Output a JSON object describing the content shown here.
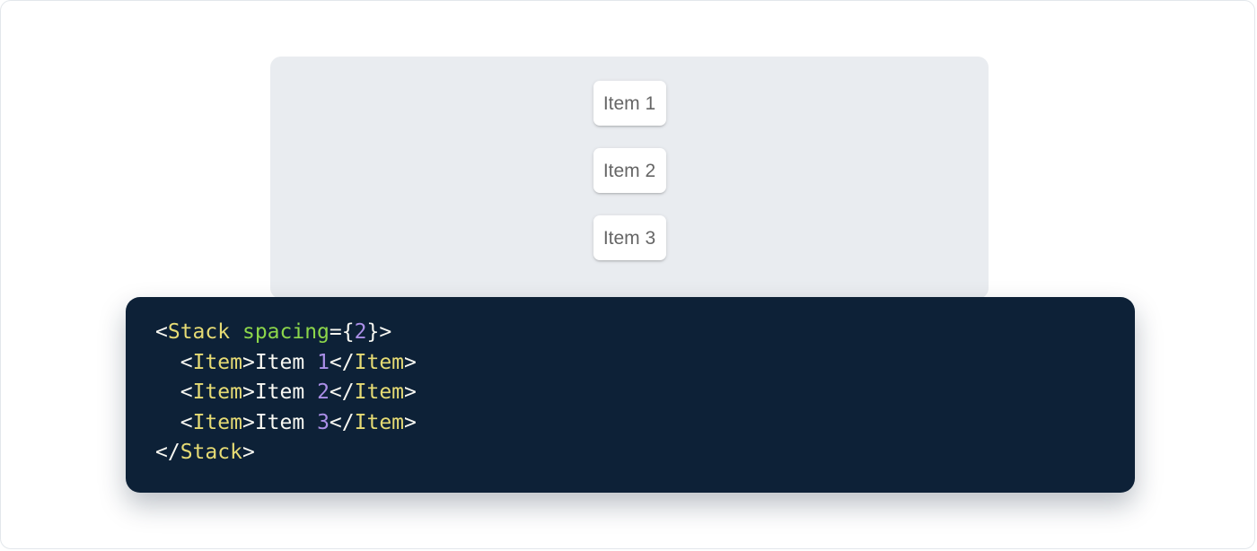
{
  "demo": {
    "items": [
      {
        "label": "Item 1"
      },
      {
        "label": "Item 2"
      },
      {
        "label": "Item 3"
      }
    ]
  },
  "code": {
    "language": "jsx",
    "source": "<Stack spacing={2}>\n  <Item>Item 1</Item>\n  <Item>Item 2</Item>\n  <Item>Item 3</Item>\n</Stack>",
    "lines": [
      [
        {
          "t": "<",
          "c": "punct"
        },
        {
          "t": "Stack",
          "c": "tag"
        },
        {
          "t": " ",
          "c": "plain"
        },
        {
          "t": "spacing",
          "c": "attr"
        },
        {
          "t": "=",
          "c": "punct"
        },
        {
          "t": "{",
          "c": "punct"
        },
        {
          "t": "2",
          "c": "num"
        },
        {
          "t": "}",
          "c": "punct"
        },
        {
          "t": ">",
          "c": "punct"
        }
      ],
      [
        {
          "t": "  ",
          "c": "plain"
        },
        {
          "t": "<",
          "c": "punct"
        },
        {
          "t": "Item",
          "c": "tag"
        },
        {
          "t": ">",
          "c": "punct"
        },
        {
          "t": "Item ",
          "c": "plain"
        },
        {
          "t": "1",
          "c": "num"
        },
        {
          "t": "</",
          "c": "punct"
        },
        {
          "t": "Item",
          "c": "tag"
        },
        {
          "t": ">",
          "c": "punct"
        }
      ],
      [
        {
          "t": "  ",
          "c": "plain"
        },
        {
          "t": "<",
          "c": "punct"
        },
        {
          "t": "Item",
          "c": "tag"
        },
        {
          "t": ">",
          "c": "punct"
        },
        {
          "t": "Item ",
          "c": "plain"
        },
        {
          "t": "2",
          "c": "num"
        },
        {
          "t": "</",
          "c": "punct"
        },
        {
          "t": "Item",
          "c": "tag"
        },
        {
          "t": ">",
          "c": "punct"
        }
      ],
      [
        {
          "t": "  ",
          "c": "plain"
        },
        {
          "t": "<",
          "c": "punct"
        },
        {
          "t": "Item",
          "c": "tag"
        },
        {
          "t": ">",
          "c": "punct"
        },
        {
          "t": "Item ",
          "c": "plain"
        },
        {
          "t": "3",
          "c": "num"
        },
        {
          "t": "</",
          "c": "punct"
        },
        {
          "t": "Item",
          "c": "tag"
        },
        {
          "t": ">",
          "c": "punct"
        }
      ],
      [
        {
          "t": "</",
          "c": "punct"
        },
        {
          "t": "Stack",
          "c": "tag"
        },
        {
          "t": ">",
          "c": "punct"
        }
      ]
    ]
  },
  "colors": {
    "page_bg": "#ffffff",
    "page_border": "#e3e7eb",
    "panel_bg": "#e9ecf0",
    "card_bg": "#ffffff",
    "card_text": "#666666",
    "code_bg": "#0d2137",
    "tok_tag": "#e6db74",
    "tok_attr": "#8cd64b",
    "tok_num": "#ab8fe8",
    "tok_punct": "#f8f8f2",
    "tok_plain": "#f8f8f2"
  }
}
